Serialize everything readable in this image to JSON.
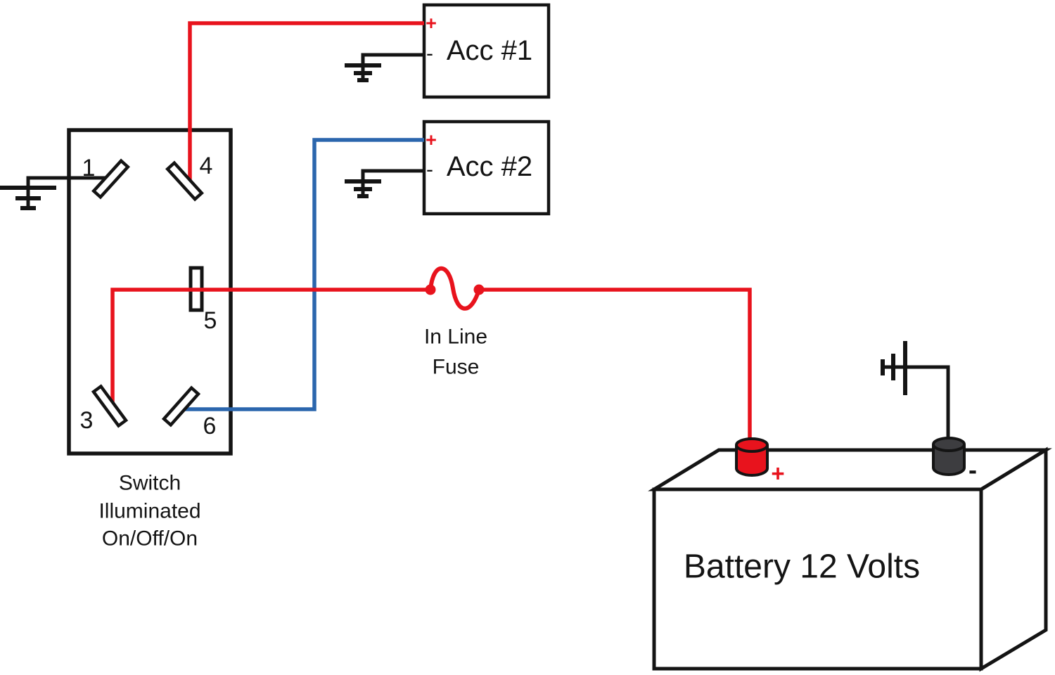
{
  "colors": {
    "wire_red": "#e8131d",
    "wire_blue": "#2b66ad",
    "line_black": "#141414",
    "terminal_positive_fill": "#e8131d",
    "terminal_negative_fill": "#3d3d40",
    "background": "#ffffff"
  },
  "switch": {
    "terminals": {
      "t1": "1",
      "t3": "3",
      "t4": "4",
      "t5": "5",
      "t6": "6"
    },
    "caption_line1": "Switch",
    "caption_line2": "Illuminated",
    "caption_line3": "On/Off/On"
  },
  "accessories": {
    "acc1": {
      "label": "Acc #1",
      "plus": "+",
      "minus": "-"
    },
    "acc2": {
      "label": "Acc #2",
      "plus": "+",
      "minus": "-"
    }
  },
  "fuse": {
    "line1": "In Line",
    "line2": "Fuse"
  },
  "battery": {
    "label": "Battery 12 Volts",
    "plus": "+",
    "minus": "-"
  }
}
